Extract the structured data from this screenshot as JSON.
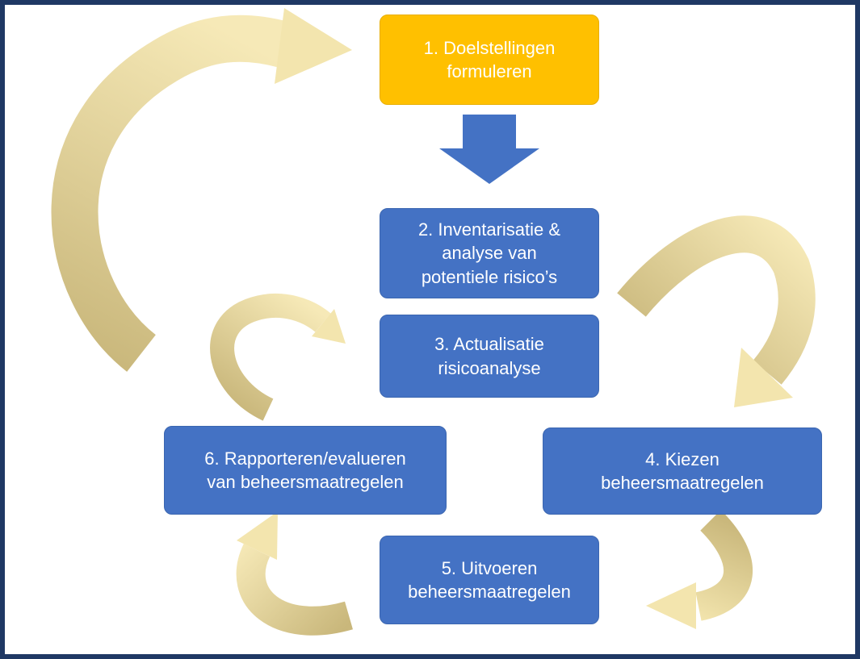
{
  "steps": [
    {
      "label": "1. Doelstellingen\nformuleren"
    },
    {
      "label": "2. Inventarisatie &\nanalyse van\npotentiele risico’s"
    },
    {
      "label": "3. Actualisatie\nrisicoanalyse"
    },
    {
      "label": "4. Kiezen\nbeheersmaatregelen"
    },
    {
      "label": "5. Uitvoeren\nbeheersmaatregelen"
    },
    {
      "label": "6. Rapporteren/evalueren\nvan beheersmaatregelen"
    }
  ],
  "colors": {
    "box_blue": "#4472C4",
    "box_orange": "#FFC000",
    "arrow_cream": "#F3E5AE",
    "arrow_tan": "#C9B77B",
    "border_navy": "#1F3864",
    "text_white": "#FFFFFF"
  }
}
